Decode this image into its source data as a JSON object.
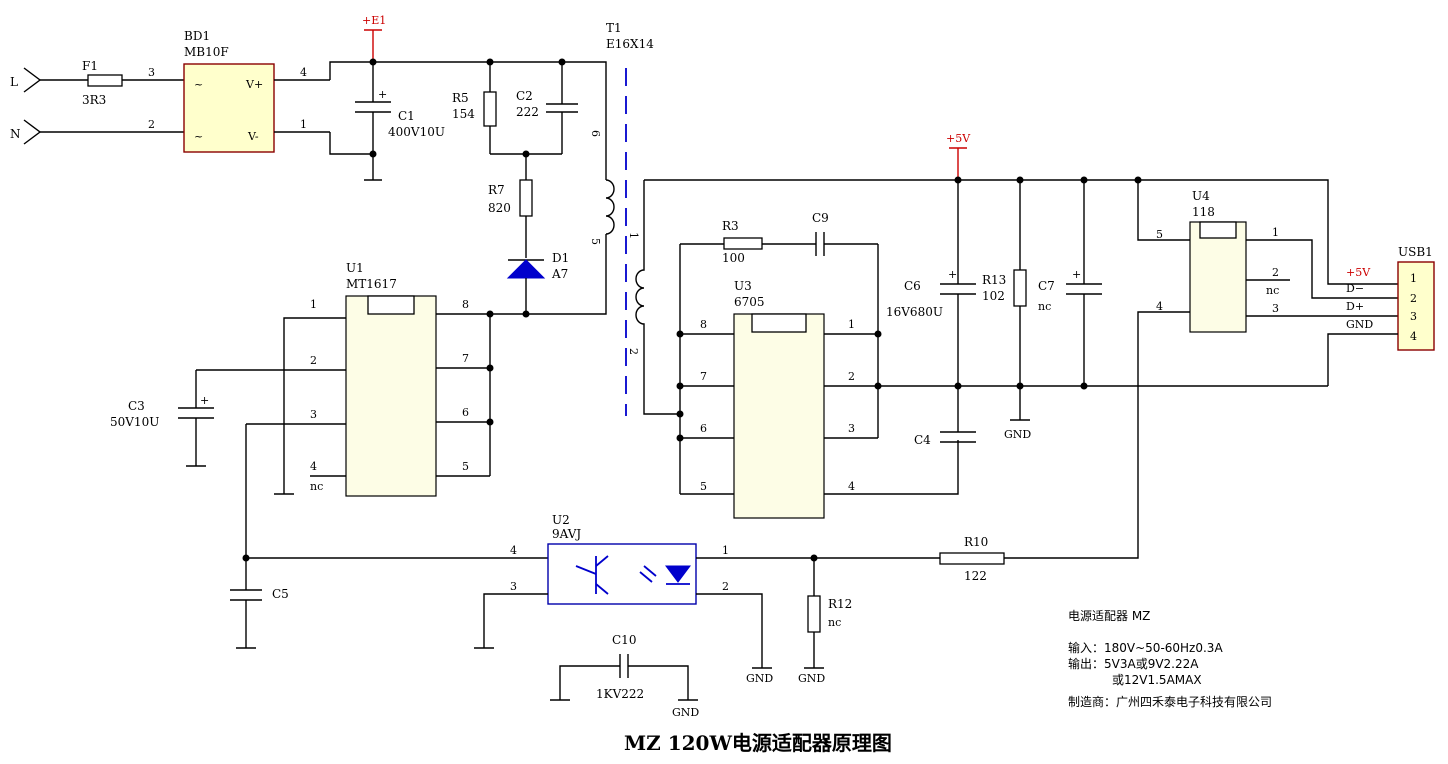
{
  "title": "MZ 120W电源适配器原理图",
  "terminals": {
    "L": "L",
    "N": "N"
  },
  "parts": {
    "F1": {
      "ref": "F1",
      "value": "3R3"
    },
    "BD1": {
      "ref": "BD1",
      "value": "MB10F",
      "p_vplus": "V+",
      "p_vminus": "V-",
      "p_ac": "~"
    },
    "C1": {
      "ref": "C1",
      "value": "400V10U"
    },
    "R5": {
      "ref": "R5",
      "value": "154"
    },
    "C2": {
      "ref": "C2",
      "value": "222"
    },
    "R7": {
      "ref": "R7",
      "value": "820"
    },
    "D1": {
      "ref": "D1",
      "value": "A7"
    },
    "T1": {
      "ref": "T1",
      "value": "E16X14"
    },
    "U1": {
      "ref": "U1",
      "value": "MT1617",
      "nc": "nc"
    },
    "C3": {
      "ref": "C3",
      "value": "50V10U"
    },
    "R3": {
      "ref": "R3",
      "value": "100"
    },
    "C9": {
      "ref": "C9"
    },
    "U3": {
      "ref": "U3",
      "value": "6705"
    },
    "C6": {
      "ref": "C6",
      "value": "16V680U"
    },
    "R13": {
      "ref": "R13",
      "value": "102"
    },
    "C7": {
      "ref": "C7",
      "value": "nc"
    },
    "C4": {
      "ref": "C4"
    },
    "U4": {
      "ref": "U4",
      "value": "118",
      "nc": "nc"
    },
    "USB1": {
      "ref": "USB1",
      "pins": [
        "D−",
        "D+",
        "GND"
      ]
    },
    "U2": {
      "ref": "U2",
      "value": "9AVJ"
    },
    "R10": {
      "ref": "R10",
      "value": "122"
    },
    "R12": {
      "ref": "R12",
      "value": "nc"
    },
    "C5": {
      "ref": "C5"
    },
    "C10": {
      "ref": "C10",
      "value": "1KV222"
    }
  },
  "nets": {
    "e1": "+E1",
    "v5": "+5V",
    "gnd": "GND"
  },
  "info": {
    "heading": "电源适配器 MZ",
    "input": "输入：180V~50-60Hz0.3A",
    "output": "输出：5V3A或9V2.22A",
    "output2": "或12V1.5AMAX",
    "maker": "制造商：广州四禾泰电子科技有限公司"
  },
  "pin_numbers": {
    "n1": "1",
    "n2": "2",
    "n3": "3",
    "n4": "4",
    "n5": "5",
    "n6": "6",
    "n7": "7",
    "n8": "8"
  }
}
